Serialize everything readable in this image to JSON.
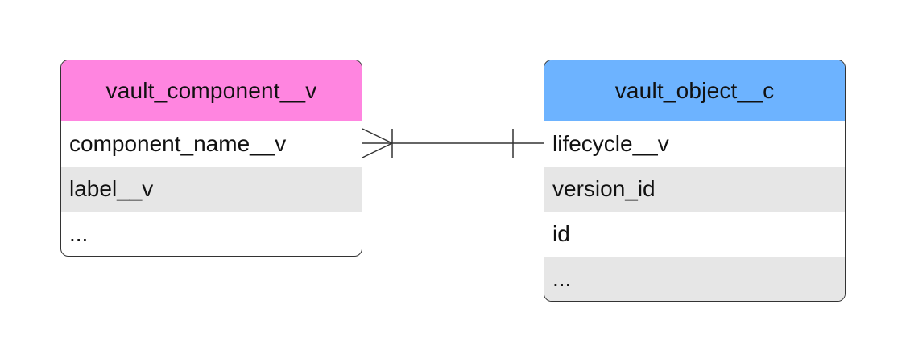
{
  "entities": {
    "left": {
      "title": "vault_component__v",
      "header_color": "#ff85e0",
      "fields": [
        "component_name__v",
        "label__v",
        "..."
      ]
    },
    "right": {
      "title": "vault_object__c",
      "header_color": "#6db3ff",
      "fields": [
        "lifecycle__v",
        "version_id",
        "id",
        "..."
      ]
    }
  },
  "relationship": {
    "left_end": "one-or-many",
    "right_end": "exactly-one"
  }
}
